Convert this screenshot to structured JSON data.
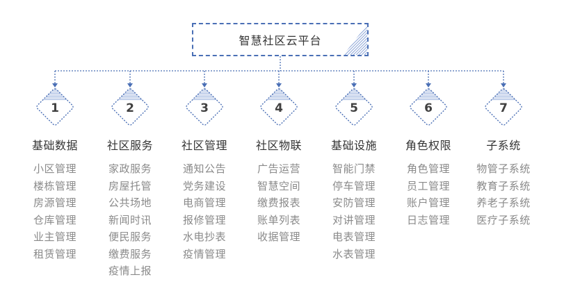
{
  "root": {
    "title": "智慧社区云平台"
  },
  "colors": {
    "line": "#4a6fb5",
    "hatch": "#8fa8d8",
    "title_text": "#333333",
    "item_text": "#8a8a8a"
  },
  "categories": [
    {
      "number": "1",
      "title": "基础数据",
      "items": [
        "小区管理",
        "楼栋管理",
        "房源管理",
        "仓库管理",
        "业主管理",
        "租赁管理"
      ]
    },
    {
      "number": "2",
      "title": "社区服务",
      "items": [
        "家政服务",
        "房屋托管",
        "公共场地",
        "新闻时讯",
        "便民服务",
        "缴费服务",
        "疫情上报"
      ]
    },
    {
      "number": "3",
      "title": "社区管理",
      "items": [
        "通知公告",
        "党务建设",
        "电商管理",
        "报修管理",
        "水电抄表",
        "疫情管理"
      ]
    },
    {
      "number": "4",
      "title": "社区物联",
      "items": [
        "广告运营",
        "智慧空间",
        "缴费报表",
        "账单列表",
        "收据管理"
      ]
    },
    {
      "number": "5",
      "title": "基础设施",
      "items": [
        "智能门禁",
        "停车管理",
        "安防管理",
        "对讲管理",
        "电表管理",
        "水表管理"
      ]
    },
    {
      "number": "6",
      "title": "角色权限",
      "items": [
        "角色管理",
        "员工管理",
        "账户管理",
        "日志管理"
      ]
    },
    {
      "number": "7",
      "title": "子系统",
      "items": [
        "物管子系统",
        "教育子系统",
        "养老子系统",
        "医疗子系统"
      ]
    }
  ]
}
